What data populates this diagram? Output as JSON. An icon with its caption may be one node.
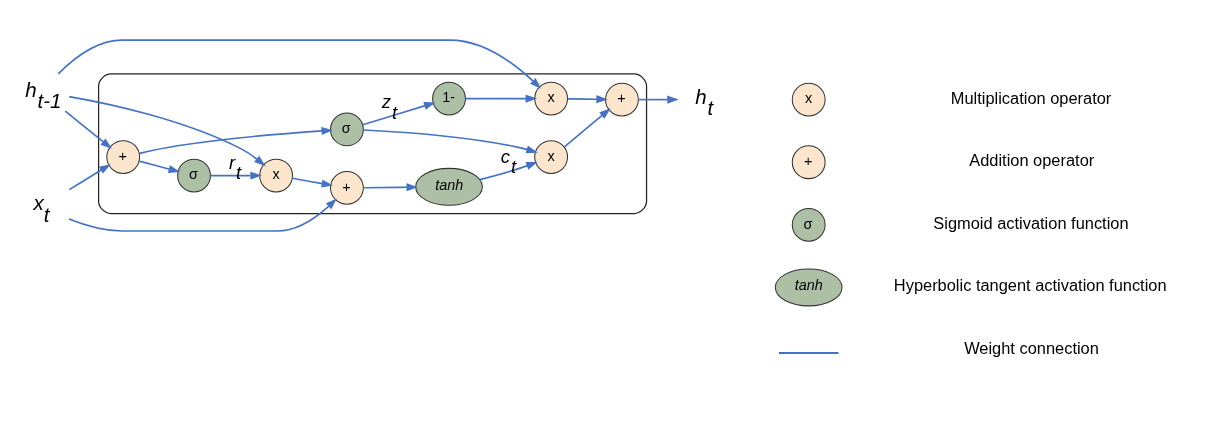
{
  "diagram": {
    "nodes": [
      {
        "text": [],
        "shape": "box"
      },
      {
        "text": [
          "h$_{t-1}$"
        ]
      },
      {
        "text": [
          "x$_{t}$"
        ]
      },
      {
        "text": [
          "+"
        ],
        "in": 0
      },
      {
        "text": [
          "σ"
        ],
        "in": 0
      },
      {
        "text": [
          "x"
        ],
        "in": 0
      },
      {
        "text": [
          "+"
        ],
        "in": 0
      },
      {
        "text": [
          "σ"
        ],
        "in": 0
      },
      {
        "text": [
          "1-"
        ],
        "in": 0
      },
      {
        "text": [
          "x"
        ],
        "in": 0
      },
      {
        "text": [
          "x"
        ],
        "in": 0
      },
      {
        "text": [
          "tanh"
        ],
        "in": 0
      },
      {
        "text": [
          "+"
        ],
        "in": 0
      },
      {
        "text": [
          "h$_{t}$"
        ]
      },
      {
        "text": [
          "x"
        ]
      },
      {
        "text": [
          "+"
        ]
      },
      {
        "text": [
          "σ"
        ]
      },
      {
        "text": [
          "tanh"
        ]
      }
    ],
    "edges": [
      {
        "from": 1,
        "to": 9,
        "arrow": "to"
      },
      {
        "from": 1,
        "to": 3,
        "arrow": "to"
      },
      {
        "from": 1,
        "to": 5,
        "arrow": "to"
      },
      {
        "from": 2,
        "to": 3,
        "arrow": "to"
      },
      {
        "from": 2,
        "to": 6,
        "arrow": "to"
      },
      {
        "from": 3,
        "to": 4,
        "arrow": "to"
      },
      {
        "from": 3,
        "to": 7,
        "arrow": "to"
      },
      {
        "from": 4,
        "to": 5,
        "arrow": "to",
        "label": "r$_{t}$"
      },
      {
        "from": 5,
        "to": 6,
        "arrow": "to"
      },
      {
        "from": 6,
        "to": 11,
        "arrow": "to"
      },
      {
        "from": 7,
        "to": 8,
        "arrow": "to",
        "label": "z$_{t}$"
      },
      {
        "from": 7,
        "to": 10,
        "arrow": "to"
      },
      {
        "from": 8,
        "to": 9,
        "arrow": "to"
      },
      {
        "from": 11,
        "to": 10,
        "arrow": "to",
        "label": "c$_{t}$"
      },
      {
        "from": 9,
        "to": 12,
        "arrow": "to"
      },
      {
        "from": 10,
        "to": 12,
        "arrow": "to"
      },
      {
        "from": 12,
        "to": 13,
        "arrow": "to"
      }
    ],
    "legend": [
      {
        "text": "Multiplication operator"
      },
      {
        "text": "Addition operator"
      },
      {
        "text": "Sigmoid activation function"
      },
      {
        "text": "Hyperbolic tangent activation function"
      },
      {
        "text": "Weight connection"
      }
    ]
  }
}
